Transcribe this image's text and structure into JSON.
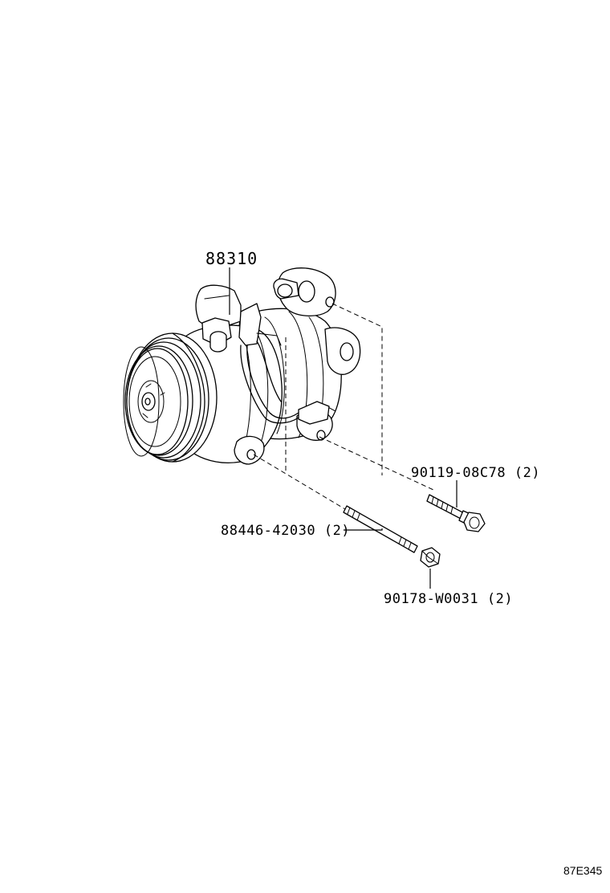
{
  "parts": {
    "compressor": {
      "number": "88310"
    },
    "bolt": {
      "number": "90119-08C78",
      "qty": "(2)"
    },
    "stud": {
      "number": "88446-42030",
      "qty": "(2)"
    },
    "nut": {
      "number": "90178-W0031",
      "qty": "(2)"
    }
  },
  "diagram_code": "87E345"
}
